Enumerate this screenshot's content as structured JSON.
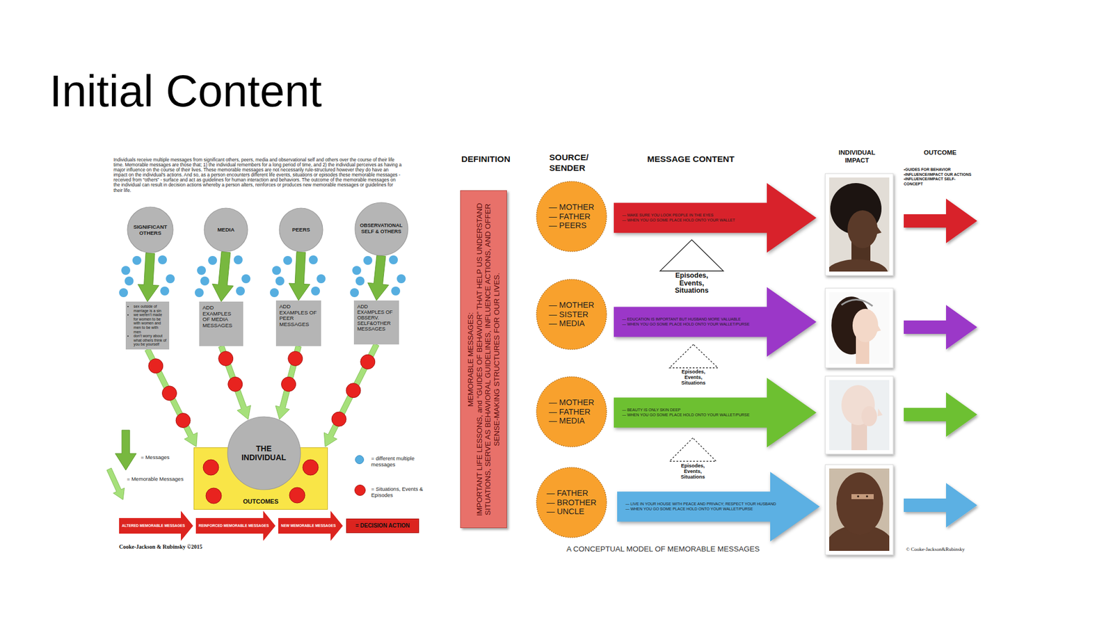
{
  "diagram": {
    "title": "Initial Content",
    "caption": "A CONCEPTUAL MODEL OF MEMORABLE MESSAGES",
    "nodes": [
      {
        "text": [
          "SIGNIFICANT OTHERS"
        ]
      },
      {
        "text": [
          "MEDIA"
        ]
      },
      {
        "text": [
          "PEERS"
        ]
      },
      {
        "text": [
          "OBSERVATIONAL SELF & OTHERS"
        ]
      },
      {
        "text": [
          "sex outside of marriage is a sin",
          "we weren't made for women to be with women and men to be with men",
          "don't worry about what others think of you be yourself"
        ]
      },
      {
        "text": [
          "ADD EXAMPLES OF MEDIA MESSAGES"
        ]
      },
      {
        "text": [
          "ADD EXAMPLES OF PEER MESSAGES"
        ]
      },
      {
        "text": [
          "ADD EXAMPLES OF OBSERV. SELF&OTHER MESSAGES"
        ]
      },
      {
        "text": [
          "THE INDIVIDUAL"
        ]
      },
      {
        "text": [
          "OUTCOMES"
        ]
      },
      {
        "text": [
          "ALTERED MEMORABLE MESSAGES"
        ]
      },
      {
        "text": [
          "REINFORCED MEMORABLE MESSAGES"
        ]
      },
      {
        "text": [
          "NEW MEMORABLE MESSAGES"
        ]
      },
      {
        "text": [
          "= DECISION ACTION"
        ]
      },
      {
        "text": [
          "MEMORABLE MESSAGES:",
          "IMPORTANT LIFE LESSONS, and “GUIDES OF BEHAVIOR” THAT HELP US UNDERSTAND SITUATIONS, SERVE AS BEHAVIORAL GUIDELINES, INFLUENCE ACTIONS, AND OFFER SENSE-MAKING STRUCTURES FOR OUR LIVES."
        ]
      },
      {
        "text": [
          "— MOTHER",
          "— FATHER",
          "— PEERS"
        ]
      },
      {
        "text": [
          "— MAKE SURE YOU LOOK PEOPLE IN THE EYES",
          "— WHEN YOU GO SOME PLACE HOLD ONTO YOUR WALLET"
        ]
      },
      {
        "text": [
          "— MOTHER",
          "— SISTER",
          "— MEDIA"
        ]
      },
      {
        "text": [
          "— EDUCATION IS IMPORTANT BUT HUSBAND MORE VALUABLE",
          "— WHEN YOU GO SOME PLACE HOLD ONTO YOUR WALLET/PURSE"
        ]
      },
      {
        "text": [
          "— MOTHER",
          "— FATHER",
          "— MEDIA"
        ]
      },
      {
        "text": [
          "— BEAUTY IS ONLY SKIN DEEP",
          "— WHEN YOU GO SOME PLACE HOLD ONTO YOUR WALLET/PURSE"
        ]
      },
      {
        "text": [
          "— FATHER",
          "— BROTHER",
          "— UNCLE"
        ]
      },
      {
        "text": [
          "— LIVE IN YOUR HOUSE WITH PEACE AND PRIVACY; RESPECT YOUR HUSBAND",
          "— WHEN YOU GO SOME PLACE HOLD ONTO YOUR WALLET/PURSE"
        ]
      }
    ],
    "edges": [
      {
        "from": 0,
        "to": 4,
        "arrow": "to"
      },
      {
        "from": 1,
        "to": 5,
        "arrow": "to"
      },
      {
        "from": 2,
        "to": 6,
        "arrow": "to"
      },
      {
        "from": 3,
        "to": 7,
        "arrow": "to"
      },
      {
        "from": 4,
        "to": 9,
        "arrow": "to"
      },
      {
        "from": 5,
        "to": 8,
        "arrow": "to"
      },
      {
        "from": 6,
        "to": 8,
        "arrow": "to"
      },
      {
        "from": 7,
        "to": 9,
        "arrow": "to"
      }
    ],
    "labels": [
      "Individuals receive multiple messages from significant others, peers, media and observational self and others over the course of their life time. Memorable messages are those that; 1) the individual remembers for a long period of time, and 2) the individual perceives as having a major influence on the course of their lives. These memorable messages are not necessarily rule-structured however they do have an impact on the individual's actions. And so, as a person encounters different life events, situations or episodes these memorable messages - received from “others” - surface and act as guidelines for human interaction and behaviors. The outcome of the memorable messages on the individual can result in decision actions whereby a person alters, reinforces or produces new memorable messages or guidelines for their life.",
      "DEFINITION",
      "SOURCE/ SENDER",
      "MESSAGE CONTENT",
      "INDIVIDUAL IMPACT",
      "OUTCOME",
      "•GUIDES FOR BEHAVIOR",
      "•INFLUENCE/IMPACT OUR ACTIONS",
      "•INFLUENCE/IMPACT SELF-CONCEPT",
      "Episodes, Events, Situations",
      "Episodes, Events, Situations",
      "Episodes, Events, Situations",
      "Cooke-Jackson & Rubinsky ©2015",
      "© Cooke-Jackson&Rubinsky"
    ],
    "legend": [
      {
        "text": "= Messages"
      },
      {
        "text": "= Memorable Messages"
      },
      {
        "text": "= different multiple messages",
        "color": "#56aee0"
      },
      {
        "text": "= Situations, Events & Episodes",
        "color": "#e8231f"
      }
    ]
  }
}
